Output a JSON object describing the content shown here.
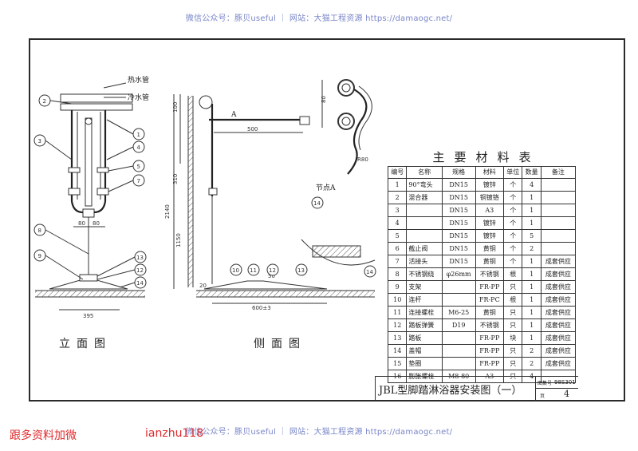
{
  "watermark": {
    "top": "微信公众号：豚贝useful ｜ 网站：大猫工程资源 https://damaogc.net/",
    "bottom": "微信公众号：豚贝useful ｜ 网站：大猫工程资源 https://damaogc.net/"
  },
  "promo": {
    "left": "跟多资料加微",
    "right": "ianzhu118"
  },
  "drawing": {
    "pipe_hot": "热水管",
    "pipe_cold": "冷水管",
    "node_label": "节点A",
    "callout_a": "A",
    "dims": {
      "d_500": "500",
      "d_100": "100",
      "d_310": "310",
      "d_2140": "2140",
      "d_1150": "1150",
      "d_80a": "80",
      "d_80b": "80",
      "d_395": "395",
      "d_20": "20",
      "d_50": "50",
      "d_r80": "R80",
      "d_side": "600±3"
    },
    "bubbles_elev": [
      "2",
      "1",
      "3",
      "4",
      "5",
      "7",
      "8",
      "9",
      "13",
      "12",
      "14"
    ],
    "bubbles_side": [
      "10",
      "11",
      "12",
      "13",
      "14",
      "14"
    ]
  },
  "captions": {
    "elevation": "立面图",
    "side": "侧面图"
  },
  "table": {
    "title": "主要材料表",
    "headers": [
      "编号",
      "名称",
      "规格",
      "材料",
      "单位",
      "数量",
      "备注"
    ],
    "rows": [
      [
        "1",
        "90°弯头",
        "DN15",
        "镀锌",
        "个",
        "4",
        ""
      ],
      [
        "2",
        "混合器",
        "DN15",
        "铜镀铬",
        "个",
        "1",
        ""
      ],
      [
        "3",
        "",
        "DN15",
        "A3",
        "个",
        "1",
        ""
      ],
      [
        "4",
        "",
        "DN15",
        "镀锌",
        "个",
        "1",
        ""
      ],
      [
        "5",
        "",
        "DN15",
        "镀锌",
        "个",
        "5",
        ""
      ],
      [
        "6",
        "截止阀",
        "DN15",
        "黄铜",
        "个",
        "2",
        ""
      ],
      [
        "7",
        "活接头",
        "DN15",
        "黄铜",
        "个",
        "1",
        "成套供应"
      ],
      [
        "8",
        "不锈钢绕",
        "φ26mm",
        "不锈钢",
        "根",
        "1",
        "成套供应"
      ],
      [
        "9",
        "支架",
        "",
        "FR-PP",
        "只",
        "1",
        "成套供应"
      ],
      [
        "10",
        "连杆",
        "",
        "FR-PC",
        "根",
        "1",
        "成套供应"
      ],
      [
        "11",
        "连接螺栓",
        "M6-25",
        "黄铜",
        "只",
        "1",
        "成套供应"
      ],
      [
        "12",
        "踏板弹簧",
        "D19",
        "不锈钢",
        "只",
        "1",
        "成套供应"
      ],
      [
        "13",
        "踏板",
        "",
        "FR-PP",
        "块",
        "1",
        "成套供应"
      ],
      [
        "14",
        "盖帽",
        "",
        "FR-PP",
        "只",
        "2",
        "成套供应"
      ],
      [
        "15",
        "垫圈",
        "",
        "FR-PP",
        "只",
        "2",
        "成套供应"
      ],
      [
        "16",
        "膨胀螺栓",
        "M8-80",
        "A3",
        "只",
        "4",
        ""
      ]
    ]
  },
  "titleblock": {
    "title": "JBL型脚踏淋浴器安装图（一）",
    "atlas_label": "图集号",
    "atlas_value": "98S301",
    "page_label": "页",
    "page_value": "4"
  }
}
